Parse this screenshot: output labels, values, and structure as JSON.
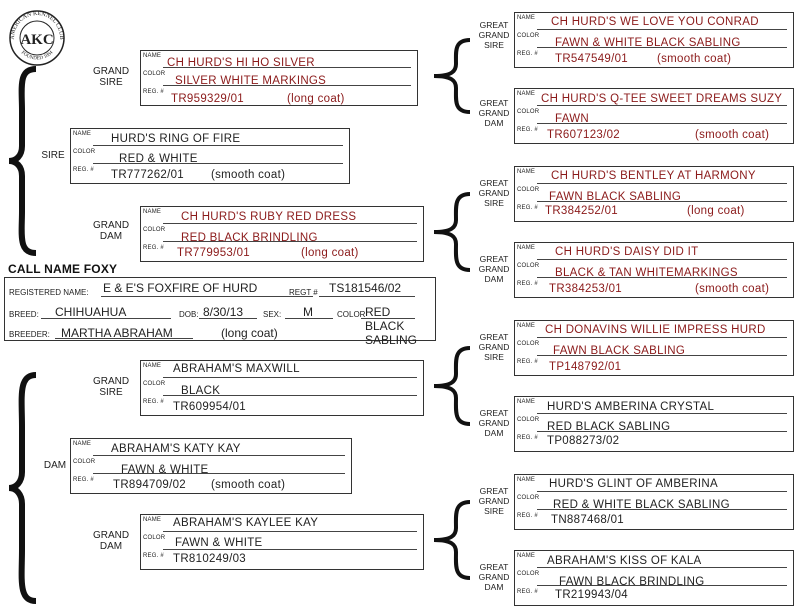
{
  "labels": {
    "name": "NAME",
    "color": "COLOR",
    "reg": "REG. #",
    "grand_sire": [
      "GRAND",
      "SIRE"
    ],
    "grand_dam": [
      "GRAND",
      "DAM"
    ],
    "great_grand_sire": [
      "GREAT",
      "GRAND",
      "SIRE"
    ],
    "great_grand_dam": [
      "GREAT",
      "GRAND",
      "DAM"
    ],
    "sire": "SIRE",
    "dam": "DAM"
  },
  "seal": {
    "top_text": "AMERICAN KENNEL CLUB",
    "center": "AKC",
    "bottom_text": "FOUNDED 1884"
  },
  "call_name": "CALL NAME FOXY",
  "registration": {
    "registered_name_label": "REGISTERED NAME:",
    "registered_name": "E & E'S FOXFIRE OF HURD",
    "regt_label": "REGT #",
    "regt": "TS181546/02",
    "breed_label": "BREED:",
    "breed": "CHIHUAHUA",
    "dob_label": "DOB:",
    "dob": "8/30/13",
    "sex_label": "SEX:",
    "sex": "M",
    "color_label": "COLOR",
    "color_lines": [
      "RED",
      "BLACK",
      "SABLING"
    ],
    "breeder_label": "BREEDER:",
    "breeder": "MARTHA ABRAHAM",
    "coat": "(long coat)"
  },
  "sire": {
    "name": "HURD'S RING OF FIRE",
    "color": "RED & WHITE",
    "reg": "TR777262/01",
    "coat": "(smooth coat)"
  },
  "dam": {
    "name": "ABRAHAM'S KATY KAY",
    "color": "FAWN & WHITE",
    "reg": "TR894709/02",
    "coat": "(smooth coat)"
  },
  "grand": {
    "sire_sire": {
      "name": "CH HURD'S HI  HO SILVER",
      "color": "SILVER WHITE MARKINGS",
      "reg": "TR959329/01",
      "coat": "(long coat)"
    },
    "sire_dam": {
      "name": "CH HURD'S RUBY RED DRESS",
      "color": "RED BLACK BRINDLING",
      "reg": "TR779953/01",
      "coat": "(long coat)"
    },
    "dam_sire": {
      "name": "ABRAHAM'S MAXWILL",
      "color": "BLACK",
      "reg": "TR609954/01",
      "coat": ""
    },
    "dam_dam": {
      "name": "ABRAHAM'S KAYLEE KAY",
      "color": "FAWN & WHITE",
      "reg": "TR810249/03",
      "coat": ""
    }
  },
  "great": [
    {
      "name": "CH HURD'S WE LOVE YOU CONRAD",
      "color": "FAWN & WHITE BLACK SABLING",
      "reg": "TR547549/01",
      "coat": "(smooth coat)"
    },
    {
      "name": "CH HURD'S Q-TEE SWEET DREAMS SUZY",
      "color": "FAWN",
      "reg": "TR607123/02",
      "coat": "(smooth coat)"
    },
    {
      "name": "CH HURD'S BENTLEY AT HARMONY",
      "color": "FAWN BLACK SABLING",
      "reg": "TR384252/01",
      "coat": "(long coat)"
    },
    {
      "name": "CH HURD'S DAISY DID IT",
      "color": "BLACK & TAN WHITEMARKINGS",
      "reg": "TR384253/01",
      "coat": "(smooth coat)"
    },
    {
      "name": "CH DONAVINS WILLIE IMPRESS HURD",
      "color": "FAWN BLACK SABLING",
      "reg": "TP148792/01",
      "coat": ""
    },
    {
      "name": "HURD'S AMBERINA CRYSTAL",
      "color": "RED BLACK SABLING",
      "reg": "TP088273/02",
      "coat": ""
    },
    {
      "name": "HURD'S GLINT OF AMBERINA",
      "color": "RED & WHITE  BLACK SABLING",
      "reg": "TN887468/01",
      "coat": ""
    },
    {
      "name": "ABRAHAM'S KISS OF KALA",
      "color": "FAWN BLACK BRINDLING",
      "reg": "TR219943/04",
      "coat": ""
    }
  ]
}
